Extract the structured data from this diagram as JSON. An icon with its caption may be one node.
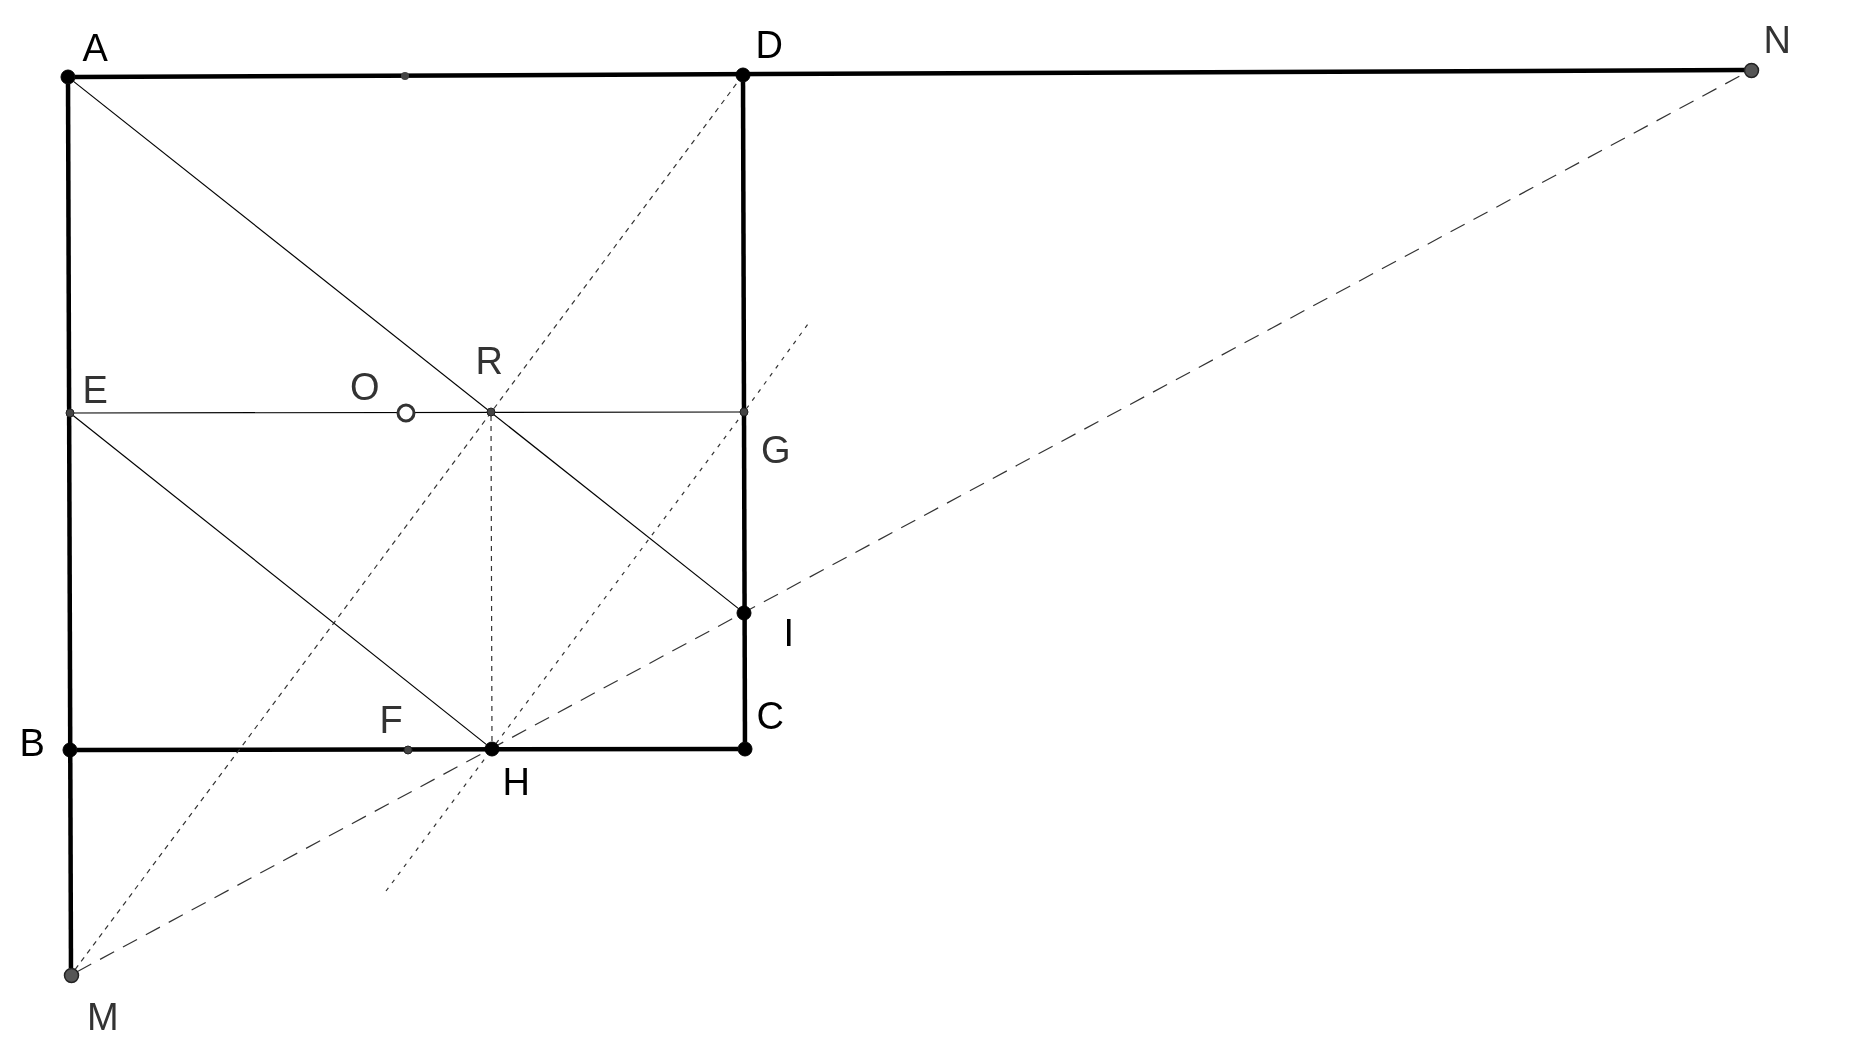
{
  "diagram": {
    "nodes": [
      {
        "text": [
          "A"
        ]
      },
      {
        "text": [
          "D"
        ]
      },
      {
        "text": [
          "N"
        ]
      },
      {
        "text": [
          "E"
        ]
      },
      {
        "text": [
          "O"
        ]
      },
      {
        "text": [
          "R"
        ]
      },
      {
        "text": [
          "G"
        ]
      },
      {
        "text": [
          "I"
        ]
      },
      {
        "text": [
          "B"
        ]
      },
      {
        "text": [
          "F"
        ]
      },
      {
        "text": [
          "H"
        ]
      },
      {
        "text": [
          "C"
        ]
      },
      {
        "text": [
          "M"
        ]
      }
    ],
    "edges": [
      {
        "from": 0,
        "to": 2,
        "arrow": "none",
        "style": "thick"
      },
      {
        "from": 0,
        "to": 12,
        "arrow": "none",
        "style": "thick"
      },
      {
        "from": 1,
        "to": 11,
        "arrow": "none",
        "style": "thick"
      },
      {
        "from": 8,
        "to": 11,
        "arrow": "none",
        "style": "thick"
      },
      {
        "from": 0,
        "to": 7,
        "arrow": "none"
      },
      {
        "from": 3,
        "to": 6,
        "arrow": "none"
      },
      {
        "from": 3,
        "to": 10,
        "arrow": "none"
      },
      {
        "from": 5,
        "to": 10,
        "arrow": "none",
        "style": "dashed"
      },
      {
        "from": 12,
        "to": 2,
        "arrow": "none",
        "style": "dashed"
      },
      {
        "from": 12,
        "to": 1,
        "arrow": "none",
        "style": "dashed"
      },
      {
        "from": 10,
        "to": 6,
        "arrow": "none",
        "style": "dashed"
      },
      {
        "from": null,
        "to": 10,
        "arrow": "none",
        "style": "dashed"
      },
      {
        "from": 6,
        "to": null,
        "arrow": "none",
        "style": "dashed"
      }
    ]
  }
}
